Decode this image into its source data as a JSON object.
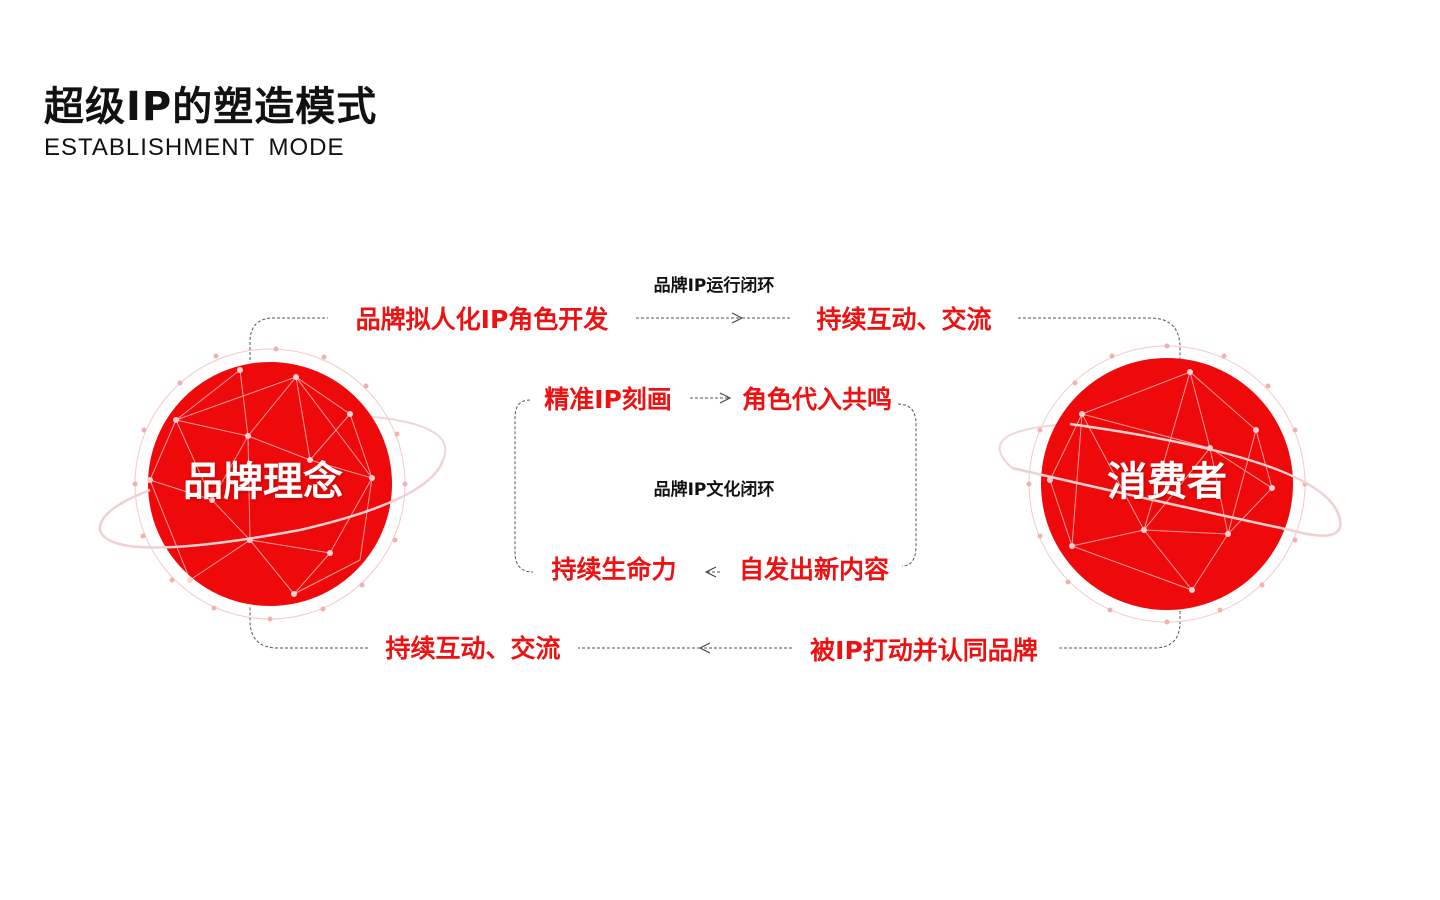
{
  "header": {
    "title": "超级IP的塑造模式",
    "subtitle": "ESTABLISHMENT  MODE"
  },
  "globes": {
    "left": {
      "label": "品牌理念"
    },
    "right": {
      "label": "消费者"
    }
  },
  "outer_loop": {
    "title": "品牌IP运行闭环",
    "top_left": "品牌拟人化IP角色开发",
    "top_right": "持续互动、交流",
    "bottom_right": "被IP打动并认同品牌",
    "bottom_left": "持续互动、交流"
  },
  "inner_loop": {
    "title": "品牌IP文化闭环",
    "top_left": "精准IP刻画",
    "top_right": "角色代入共鸣",
    "bottom_right": "自发出新内容",
    "bottom_left": "持续生命力"
  },
  "colors": {
    "accent": "#ee1111",
    "text": "#111111",
    "connector": "#555555"
  }
}
